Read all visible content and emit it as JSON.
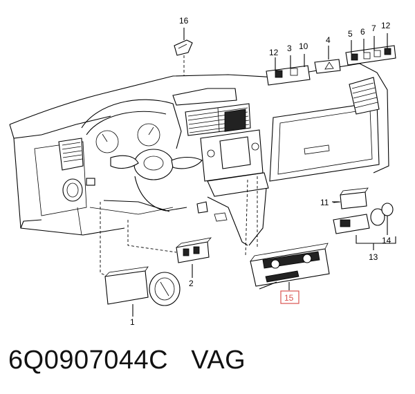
{
  "callouts": {
    "c16": "16",
    "c12a": "12",
    "c3": "3",
    "c10": "10",
    "c4": "4",
    "c5": "5",
    "c6": "6",
    "c7": "7",
    "c12b": "12",
    "c11": "11",
    "c14": "14",
    "c13": "13",
    "c2": "2",
    "c1": "1",
    "c15": "15"
  },
  "highlight_color": "#d9534f",
  "caption": {
    "part_number": "6Q0907044C",
    "brand": "VAG"
  }
}
